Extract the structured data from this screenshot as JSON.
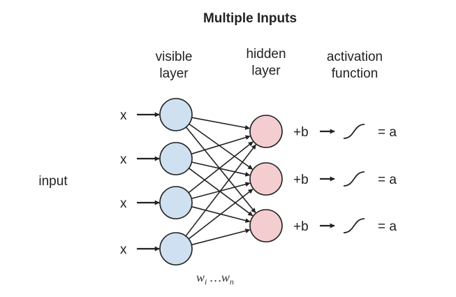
{
  "title": "Multiple Inputs",
  "headers": {
    "visible": [
      "visible",
      "layer"
    ],
    "hidden": [
      "hidden",
      "layer"
    ],
    "activation": [
      "activation",
      "function"
    ]
  },
  "side_label": "input",
  "inputs": [
    "x",
    "x",
    "x",
    "x"
  ],
  "bias_label": "+b",
  "output_label": "= a",
  "hidden_count": 3,
  "weights_label": {
    "w": "w",
    "sub_i": "i",
    "dots": " …",
    "sub_n": "n"
  },
  "colors": {
    "visible_fill": "#cfe0f1",
    "hidden_fill": "#f3cdd0",
    "stroke": "#222222"
  },
  "icons": [
    "arrow-icon",
    "sigmoid-icon"
  ]
}
